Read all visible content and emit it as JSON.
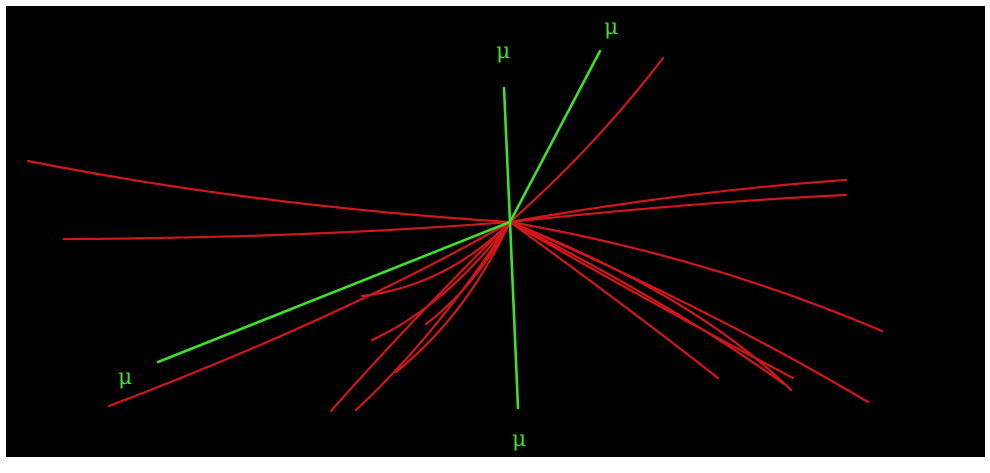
{
  "colors": {
    "background": "#000000",
    "hadron_track": "#d01818",
    "muon_track": "#3ee02a",
    "muon_label": "#3ee02a"
  },
  "muon_symbol": "μ",
  "muon_labels": [
    {
      "id": "mu-top",
      "text": "μ"
    },
    {
      "id": "mu-top-right",
      "text": "μ"
    },
    {
      "id": "mu-left",
      "text": "μ"
    },
    {
      "id": "mu-bottom",
      "text": "μ"
    }
  ]
}
